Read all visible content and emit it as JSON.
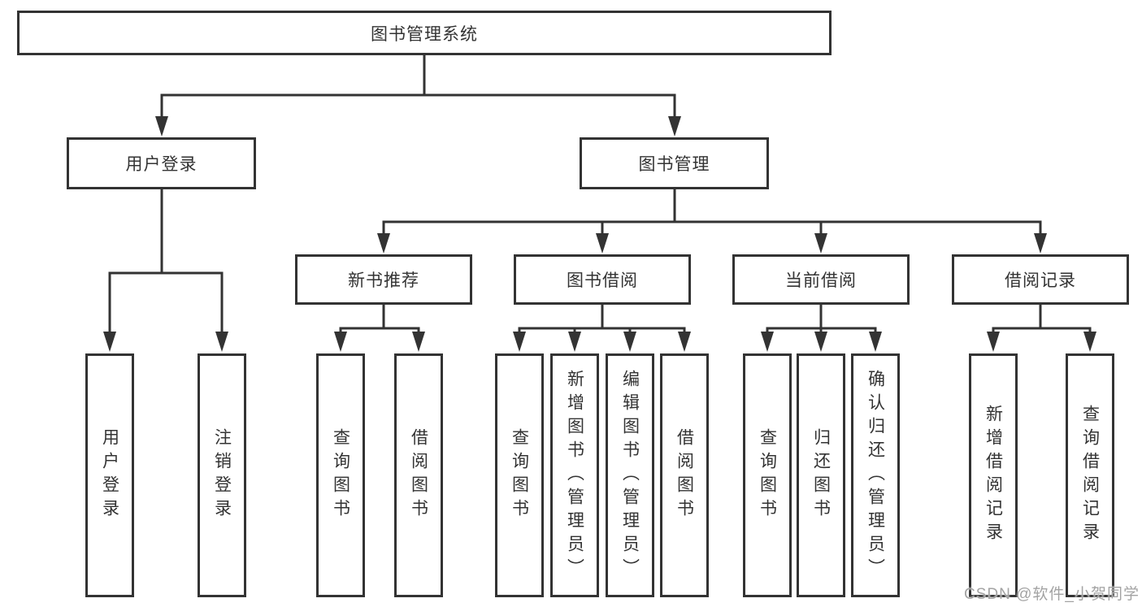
{
  "diagram": {
    "type": "hierarchy-tree",
    "colors": {
      "line": "#333333",
      "box_border": "#333333",
      "text": "#333333",
      "background": "#ffffff",
      "watermark": "#a3a3a3"
    },
    "tree": {
      "root": {
        "label": "图书管理系统",
        "children": [
          {
            "label": "用户登录",
            "children": [
              {
                "label": "用户登录"
              },
              {
                "label": "注销登录"
              }
            ]
          },
          {
            "label": "图书管理",
            "children": [
              {
                "label": "新书推荐",
                "children": [
                  {
                    "label": "查询图书"
                  },
                  {
                    "label": "借阅图书"
                  }
                ]
              },
              {
                "label": "图书借阅",
                "children": [
                  {
                    "label": "查询图书"
                  },
                  {
                    "label": "新增图书（管理员）"
                  },
                  {
                    "label": "编辑图书（管理员）"
                  },
                  {
                    "label": "借阅图书"
                  }
                ]
              },
              {
                "label": "当前借阅",
                "children": [
                  {
                    "label": "查询图书"
                  },
                  {
                    "label": "归还图书"
                  },
                  {
                    "label": "确认归还（管理员）"
                  }
                ]
              },
              {
                "label": "借阅记录",
                "children": [
                  {
                    "label": "新增借阅记录"
                  },
                  {
                    "label": "查询借阅记录"
                  }
                ]
              }
            ]
          }
        ]
      }
    }
  },
  "watermark": {
    "text": "CSDN @软件_小贺同学"
  }
}
